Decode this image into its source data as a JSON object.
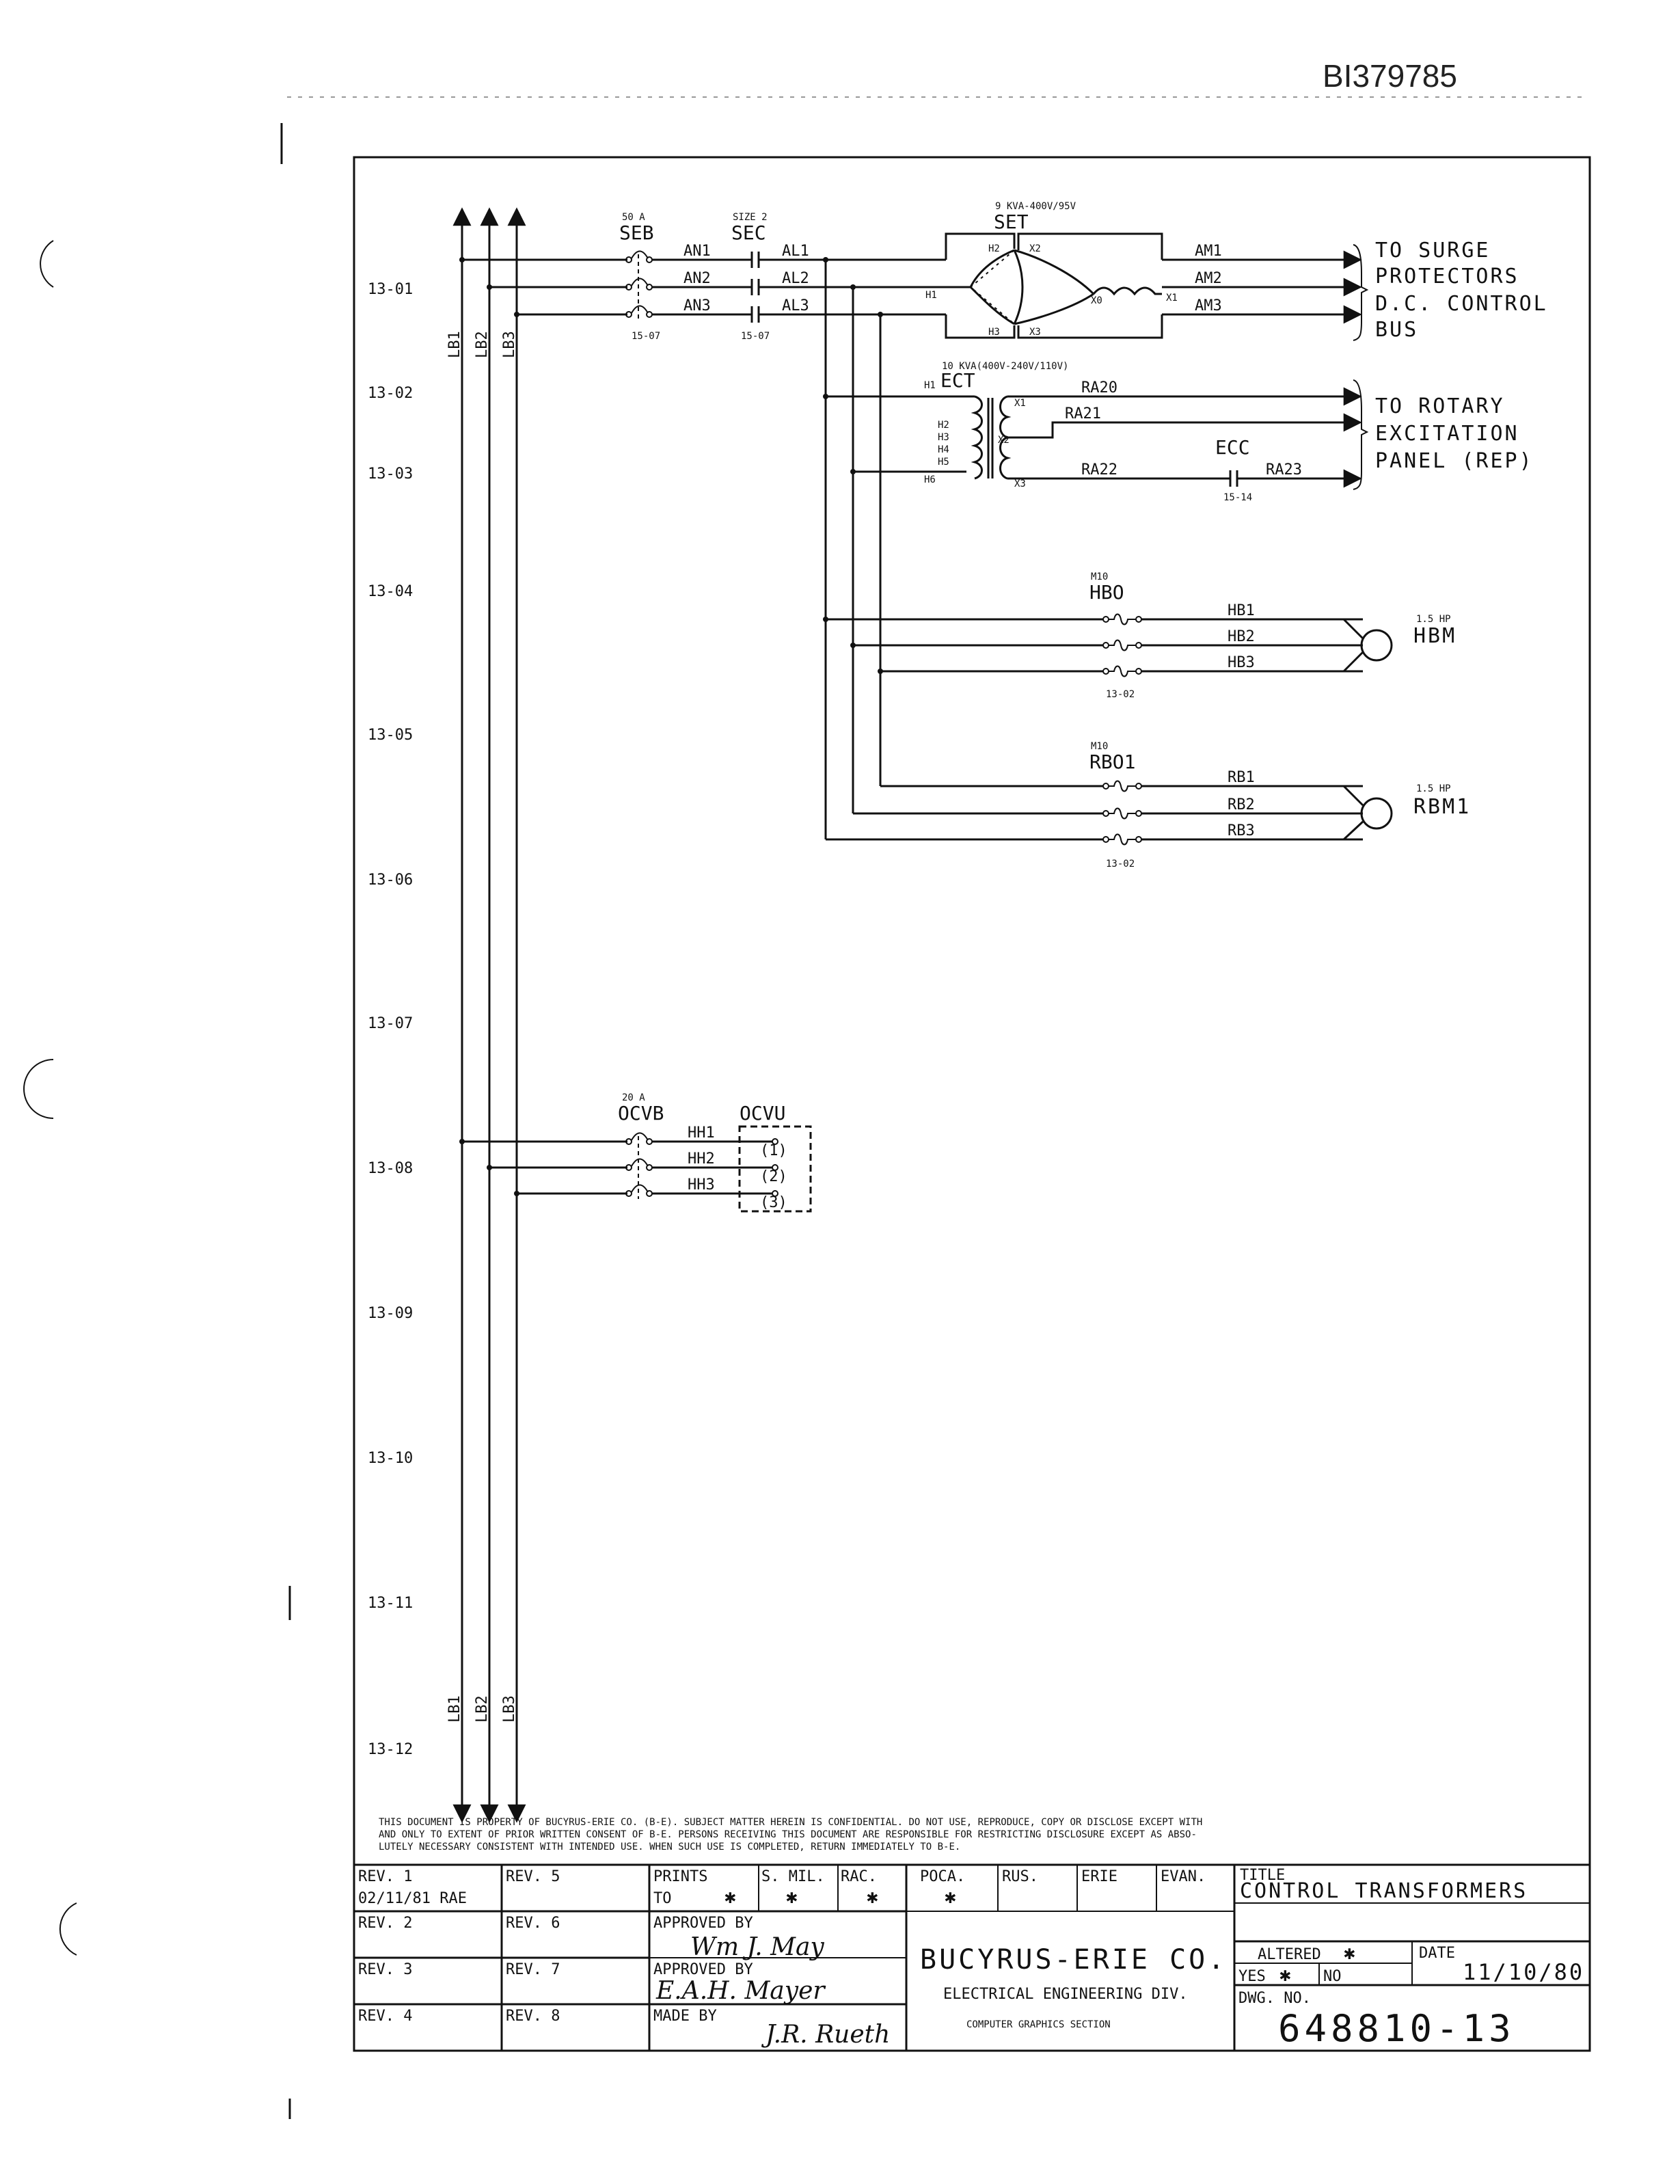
{
  "doc_id": "BI379785",
  "zones": [
    "13-01",
    "13-02",
    "13-03",
    "13-04",
    "13-05",
    "13-06",
    "13-07",
    "13-08",
    "13-09",
    "13-10",
    "13-11",
    "13-12"
  ],
  "buses": [
    "LB1",
    "LB2",
    "LB3"
  ],
  "seb": {
    "rating": "50 A",
    "name": "SEB",
    "ref": "15-07"
  },
  "sec": {
    "rating": "SIZE 2",
    "name": "SEC",
    "ref": "15-07"
  },
  "an_wires": [
    "AN1",
    "AN2",
    "AN3"
  ],
  "al_wires": [
    "AL1",
    "AL2",
    "AL3"
  ],
  "set": {
    "rating": "9 KVA-400V/95V",
    "name": "SET",
    "terminals": [
      "H2",
      "X2",
      "H1",
      "X0",
      "X1",
      "H3",
      "X3"
    ]
  },
  "am_wires": [
    "AM1",
    "AM2",
    "AM3"
  ],
  "surge_dest": [
    "TO SURGE",
    "PROTECTORS",
    "D.C. CONTROL",
    "BUS"
  ],
  "ect": {
    "rating": "10 KVA(400V-240V/110V)",
    "name": "ECT",
    "h_terms": [
      "H1",
      "H2",
      "H3",
      "H4",
      "H5",
      "H6"
    ],
    "x_terms": [
      "X1",
      "X2",
      "X3"
    ]
  },
  "ra_wires": [
    "RA20",
    "RA21",
    "RA22",
    "RA23"
  ],
  "ecc": {
    "name": "ECC",
    "ref": "15-14"
  },
  "rotary_dest": [
    "TO ROTARY",
    "EXCITATION",
    "PANEL (REP)"
  ],
  "hbo": {
    "rating": "M10",
    "name": "HBO",
    "ref": "13-02",
    "wires": [
      "HB1",
      "HB2",
      "HB3"
    ],
    "motor_hp": "1.5 HP",
    "motor": "HBM"
  },
  "rbo": {
    "rating": "M10",
    "name": "RBO1",
    "ref": "13-02",
    "wires": [
      "RB1",
      "RB2",
      "RB3"
    ],
    "motor_hp": "1.5 HP",
    "motor": "RBM1"
  },
  "ocvb": {
    "rating": "20 A",
    "name": "OCVB",
    "wires": [
      "HH1",
      "HH2",
      "HH3"
    ]
  },
  "ocvu": {
    "name": "OCVU",
    "terms": [
      "(1)",
      "(2)",
      "(3)"
    ]
  },
  "disclaimer": [
    "THIS DOCUMENT IS PROPERTY OF BUCYRUS-ERIE CO. (B-E). SUBJECT MATTER HEREIN IS CONFIDENTIAL. DO NOT USE, REPRODUCE, COPY OR DISCLOSE EXCEPT WITH",
    "AND ONLY TO EXTENT OF PRIOR WRITTEN CONSENT OF B-E. PERSONS RECEIVING THIS DOCUMENT ARE RESPONSIBLE FOR RESTRICTING DISCLOSURE EXCEPT AS ABSO-",
    "LUTELY NECESSARY CONSISTENT WITH INTENDED USE. WHEN SUCH USE IS COMPLETED, RETURN IMMEDIATELY TO B-E."
  ],
  "title_block": {
    "rev1": "REV. 1",
    "rev1_date": "02/11/81 RAE",
    "rev2": "REV. 2",
    "rev3": "REV. 3",
    "rev4": "REV. 4",
    "rev5": "REV. 5",
    "rev6": "REV. 6",
    "rev7": "REV. 7",
    "rev8": "REV. 8",
    "prints_to": "PRINTS",
    "prints_to2": "TO",
    "s_mil": "S. MIL.",
    "rac": "RAC.",
    "poca": "POCA.",
    "rus": "RUS.",
    "erie": "ERIE",
    "evan": "EVAN.",
    "star": "✱",
    "approved_by_1": "APPROVED BY",
    "sig1": "Wm J. May",
    "approved_by_2": "APPROVED BY",
    "sig2": "E.A.H. Mayer",
    "made_by": "MADE BY",
    "sig3": "J.R. Rueth",
    "company": "BUCYRUS-ERIE CO.",
    "division": "ELECTRICAL ENGINEERING DIV.",
    "section": "COMPUTER GRAPHICS SECTION",
    "title_label": "TITLE",
    "title": "CONTROL TRANSFORMERS",
    "altered": "ALTERED",
    "yes": "YES",
    "no": "NO",
    "date_label": "DATE",
    "date": "11/10/80",
    "dwg_label": "DWG. NO.",
    "dwg_no": "648810-13"
  }
}
